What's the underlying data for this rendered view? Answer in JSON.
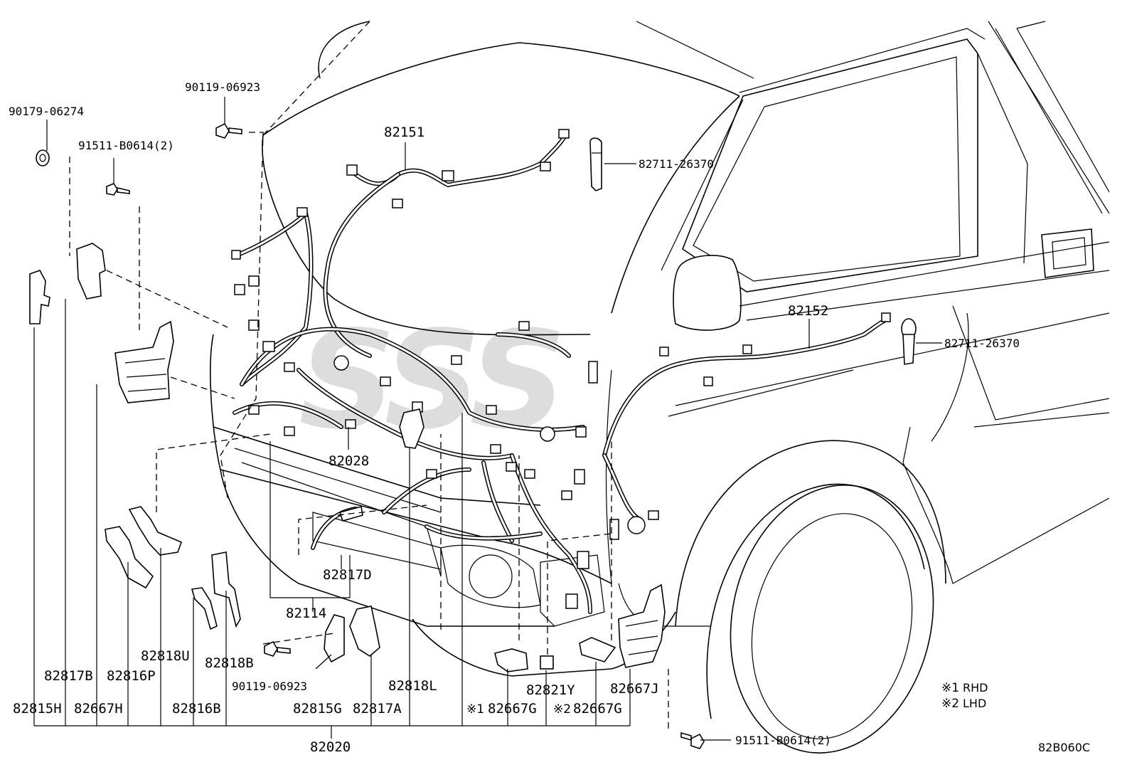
{
  "diagram": {
    "watermark": "SSS",
    "reference_code": "82B060C",
    "notes": [
      {
        "mark": "※1",
        "text": "RHD"
      },
      {
        "mark": "※2",
        "text": "LHD"
      }
    ],
    "parts": {
      "p_90179": "90179-06274",
      "p_91511_a": "91511-B0614(2)",
      "p_90119_a": "90119-06923",
      "p_82151": "82151",
      "p_82711_a": "82711-26370",
      "p_82152": "82152",
      "p_82711_b": "82711-26370",
      "p_82028": "82028",
      "p_82817d": "82817D",
      "p_82114": "82114",
      "p_82817b": "82817B",
      "p_82816p": "82816P",
      "p_82818u": "82818U",
      "p_82818b": "82818B",
      "p_90119_b": "90119-06923",
      "p_82818l": "82818L",
      "p_82821y": "82821Y",
      "p_82667j": "82667J",
      "p_82815h": "82815H",
      "p_82667h": "82667H",
      "p_82816b": "82816B",
      "p_82815g": "82815G",
      "p_82817a": "82817A",
      "p_82667g_1": "82667G",
      "p_82667g_2": "82667G",
      "p_82020": "82020",
      "p_91511_b": "91511-B0614(2)"
    }
  }
}
